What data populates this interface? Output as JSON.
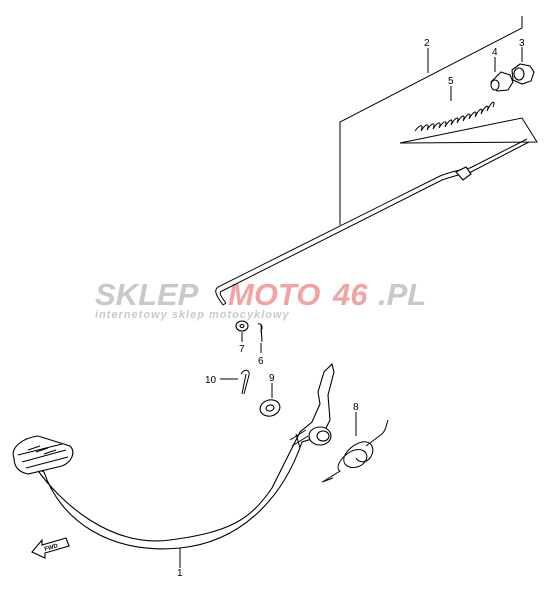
{
  "watermark": {
    "brand_a": "SKLEP",
    "brand_b": "MOTO",
    "brand_c": "46",
    "brand_d": ".PL",
    "tagline": "internetowy sklep motocyklowy",
    "colors": {
      "gray": "#c9c9c9",
      "red": "#f2a3a3"
    }
  },
  "fwd_label": "FWD",
  "callouts": [
    {
      "id": "1",
      "text": "1"
    },
    {
      "id": "2",
      "text": "2"
    },
    {
      "id": "3",
      "text": "3"
    },
    {
      "id": "4",
      "text": "4"
    },
    {
      "id": "5",
      "text": "5"
    },
    {
      "id": "6",
      "text": "6"
    },
    {
      "id": "7",
      "text": "7"
    },
    {
      "id": "8",
      "text": "8"
    },
    {
      "id": "9",
      "text": "9"
    },
    {
      "id": "10",
      "text": "10"
    }
  ]
}
